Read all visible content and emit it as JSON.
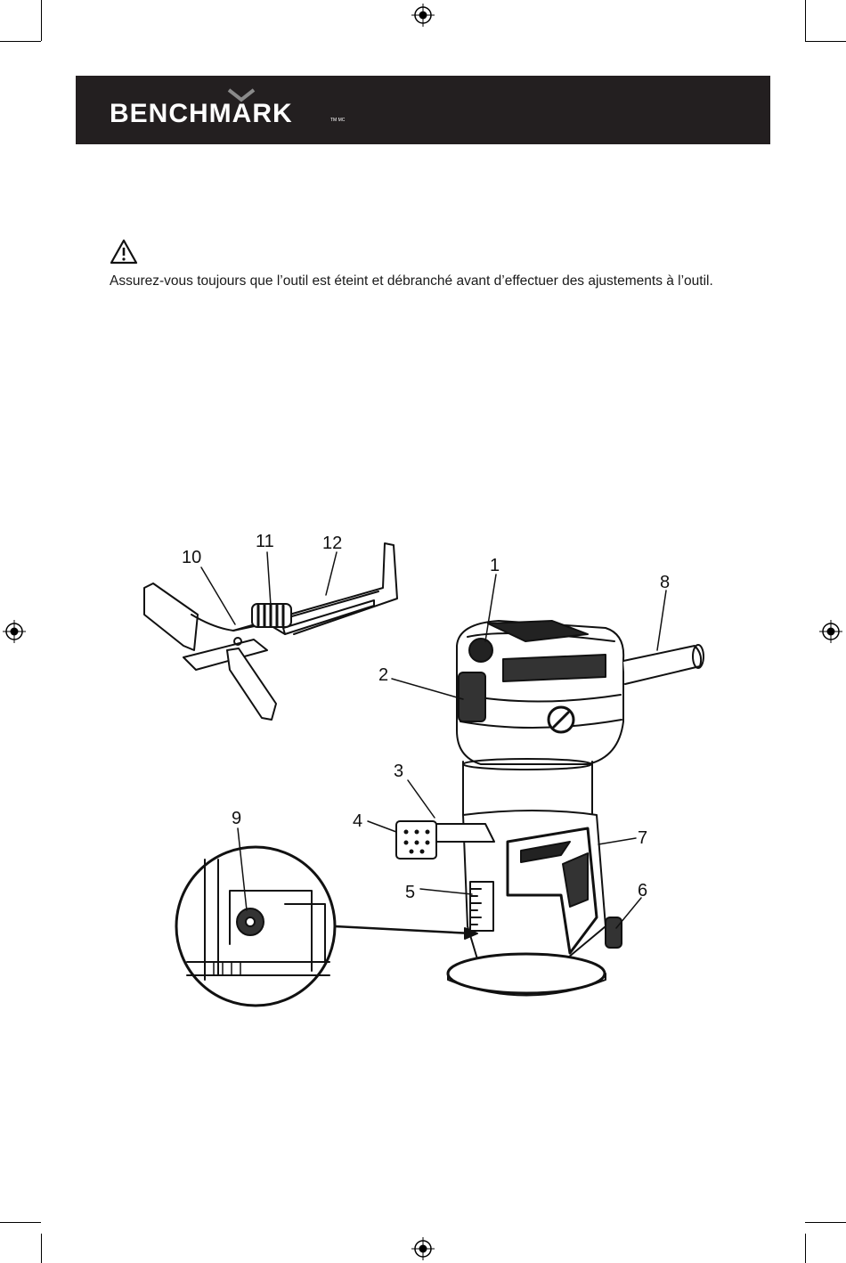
{
  "header": {
    "brand": "BENCHMARK",
    "trademark": "TM MC"
  },
  "warning": {
    "icon": "warning-triangle-icon",
    "text": "Assurez-vous toujours que l’outil est éteint et débranché avant d’effectuer des ajustements à l’outil."
  },
  "figure": {
    "callouts": [
      "1",
      "2",
      "3",
      "4",
      "5",
      "6",
      "7",
      "8",
      "9",
      "10",
      "11",
      "12"
    ]
  }
}
